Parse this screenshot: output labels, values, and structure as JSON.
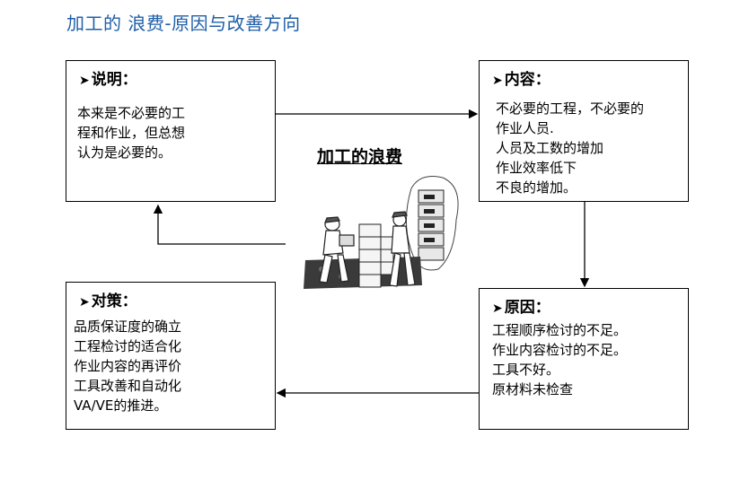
{
  "title": "加工的 浪费-原因与改善方向",
  "center_title": "加工的浪费",
  "boxes": {
    "description": {
      "heading": "说明：",
      "lines": [
        "本来是不必要的工",
        "程和作业，但总想",
        "认为是必要的。"
      ]
    },
    "content": {
      "heading": "内容：",
      "lines": [
        "不必要的工程，不必要的",
        "作业人员.",
        "人员及工数的增加",
        "作业效率低下",
        "不良的增加。"
      ]
    },
    "cause": {
      "heading": "原因：",
      "lines": [
        "工程顺序检讨的不足。",
        "作业内容检讨的不足。",
        "工具不好。",
        "原材料未检查"
      ]
    },
    "measure": {
      "heading": "对策：",
      "lines": [
        "品质保证度的确立",
        "工程检讨的适合化",
        "作业内容的再评价",
        "工具改善和自动化",
        "VA/VE的推进。"
      ]
    }
  },
  "bullet_glyph": "➤",
  "colors": {
    "title": "#1f5fa8",
    "border": "#000000"
  }
}
